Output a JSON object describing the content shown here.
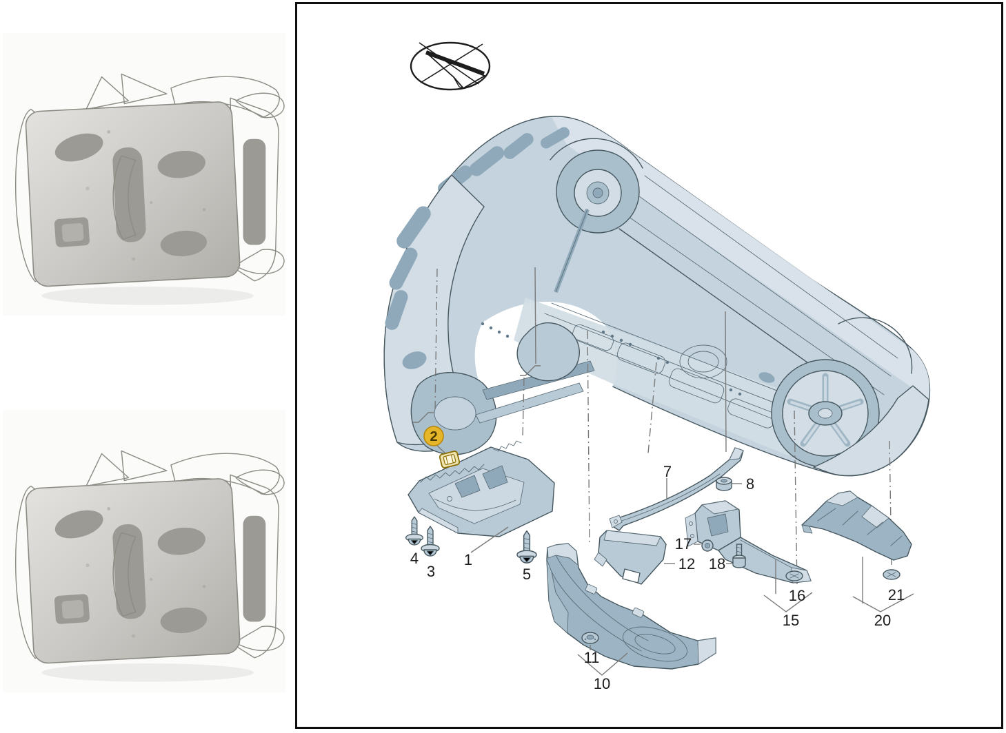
{
  "page": {
    "background": "#ffffff",
    "description_not_rendered": ""
  },
  "product_photos": {
    "background": "#fbfbfa",
    "metal_color": "#c9c8c4",
    "items": [
      {
        "name": "galvanized metal speed-nut clip, top photo"
      },
      {
        "name": "galvanized metal speed-nut clip, bottom photo"
      }
    ]
  },
  "diagram": {
    "frame_color": "#0e0e0e",
    "ink_color": "#46575f",
    "body_fill": "#c4d3dd",
    "leader_color": "#7a7a7a",
    "no_tools_icon": {
      "name": "no-pointed-tools-icon"
    },
    "highlight": {
      "circle_fill": "#e6b62a",
      "circle_edge": "#b8860b",
      "text_color": "#4a3a00"
    },
    "callouts": [
      {
        "label": "1"
      },
      {
        "label": "2"
      },
      {
        "label": "3"
      },
      {
        "label": "4"
      },
      {
        "label": "5"
      },
      {
        "label": "7"
      },
      {
        "label": "8"
      },
      {
        "label": "10"
      },
      {
        "label": "11"
      },
      {
        "label": "12"
      },
      {
        "label": "15"
      },
      {
        "label": "16"
      },
      {
        "label": "17"
      },
      {
        "label": "18"
      },
      {
        "label": "20"
      },
      {
        "label": "21"
      }
    ]
  }
}
